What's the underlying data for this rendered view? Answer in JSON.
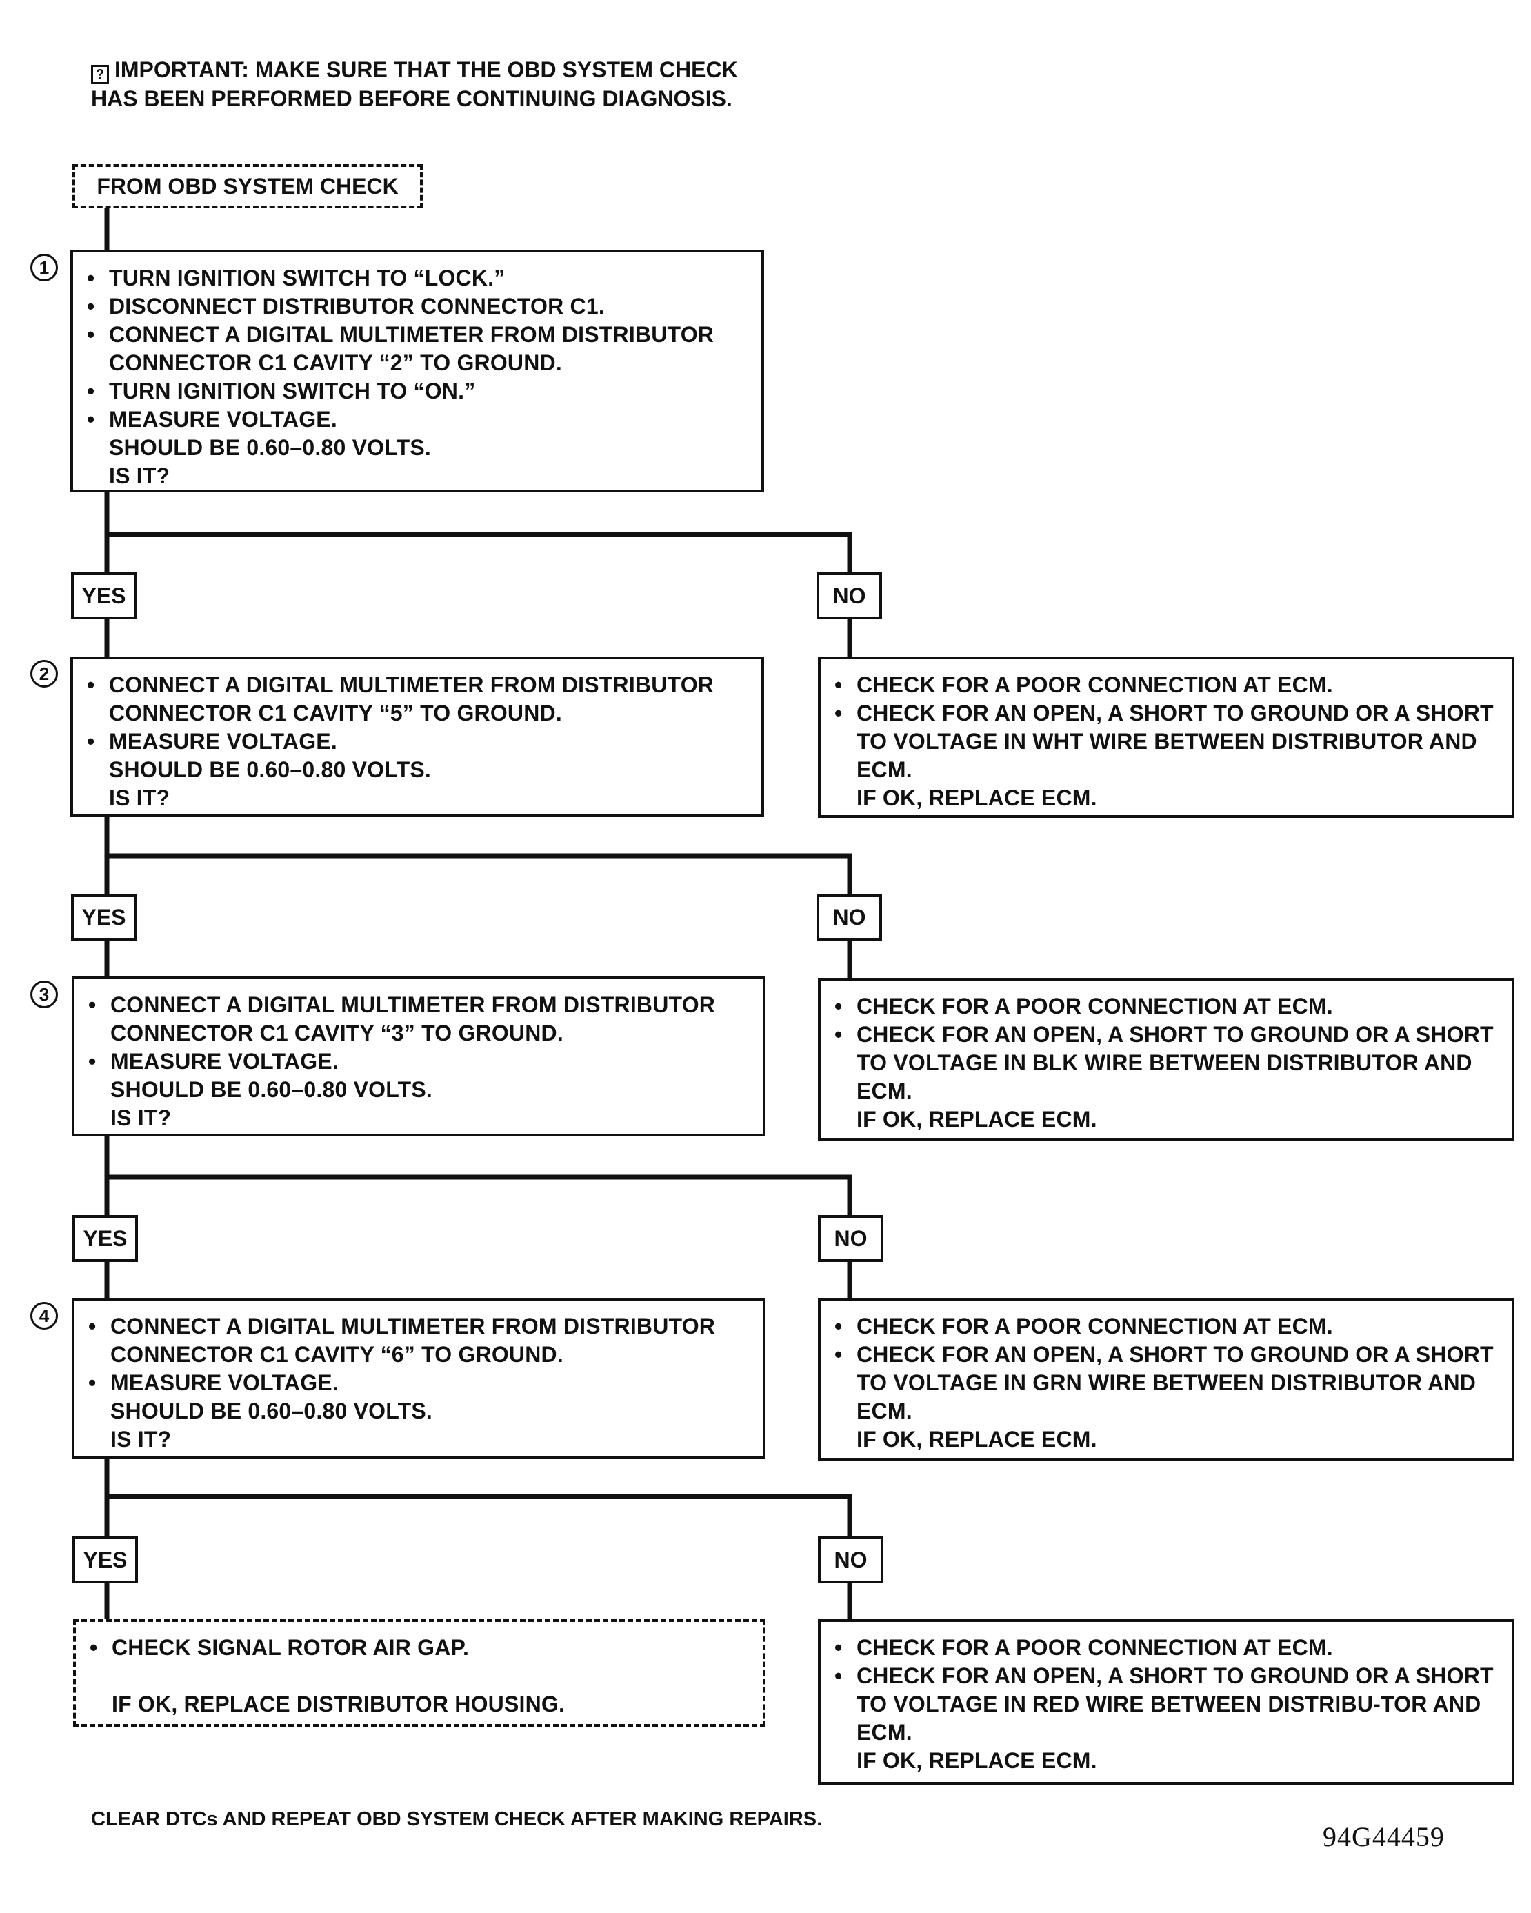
{
  "important": {
    "icon": "important-icon",
    "prefix": "IMPORTANT:",
    "text": "MAKE SURE THAT THE OBD SYSTEM CHECK HAS BEEN PERFORMED BEFORE CONTINUING DIAGNOSIS."
  },
  "start": {
    "label": "FROM OBD SYSTEM CHECK"
  },
  "steps": [
    {
      "number": "1",
      "bullets": [
        "TURN IGNITION SWITCH TO “LOCK.”",
        "DISCONNECT DISTRIBUTOR CONNECTOR C1.",
        "CONNECT A DIGITAL MULTIMETER FROM DISTRIBUTOR CONNECTOR C1 CAVITY “2” TO GROUND.",
        "TURN IGNITION SWITCH TO “ON.”",
        "MEASURE VOLTAGE."
      ],
      "note": "SHOULD BE 0.60–0.80 VOLTS.\nIS IT?",
      "yes": "YES",
      "no": "NO",
      "no_action": {
        "bullets": [
          "CHECK FOR A POOR CONNECTION AT ECM.",
          "CHECK FOR AN OPEN, A SHORT TO GROUND OR A SHORT TO VOLTAGE IN WHT WIRE BETWEEN DISTRIBUTOR AND ECM."
        ],
        "note": "IF OK, REPLACE ECM."
      }
    },
    {
      "number": "2",
      "bullets": [
        "CONNECT A DIGITAL MULTIMETER FROM DISTRIBUTOR CONNECTOR C1 CAVITY “5” TO GROUND.",
        "MEASURE VOLTAGE."
      ],
      "note": "SHOULD BE 0.60–0.80 VOLTS.\nIS IT?",
      "yes": "YES",
      "no": "NO",
      "no_action": {
        "bullets": [
          "CHECK FOR A POOR CONNECTION AT ECM.",
          "CHECK FOR AN OPEN, A SHORT TO GROUND OR A SHORT TO VOLTAGE IN BLK WIRE BETWEEN DISTRIBUTOR AND ECM."
        ],
        "note": "IF OK, REPLACE ECM."
      }
    },
    {
      "number": "3",
      "bullets": [
        "CONNECT A DIGITAL MULTIMETER FROM DISTRIBUTOR CONNECTOR C1 CAVITY “3” TO GROUND.",
        "MEASURE VOLTAGE."
      ],
      "note": "SHOULD BE 0.60–0.80 VOLTS.\nIS IT?",
      "yes": "YES",
      "no": "NO",
      "no_action": {
        "bullets": [
          "CHECK FOR A POOR CONNECTION AT ECM.",
          "CHECK FOR AN OPEN, A SHORT TO GROUND OR A SHORT TO VOLTAGE IN GRN WIRE BETWEEN DISTRIBUTOR AND ECM."
        ],
        "note": "IF OK, REPLACE ECM."
      }
    },
    {
      "number": "4",
      "bullets": [
        "CONNECT A DIGITAL MULTIMETER FROM DISTRIBUTOR CONNECTOR C1 CAVITY “6” TO GROUND.",
        "MEASURE VOLTAGE."
      ],
      "note": "SHOULD BE 0.60–0.80 VOLTS.\nIS IT?",
      "yes": "YES",
      "no": "NO",
      "no_action": {
        "bullets": [
          "CHECK FOR A POOR CONNECTION AT ECM.",
          "CHECK FOR AN OPEN, A SHORT TO GROUND OR A SHORT TO VOLTAGE IN RED WIRE BETWEEN DISTRIBU-TOR AND ECM."
        ],
        "note": "IF OK, REPLACE ECM."
      }
    }
  ],
  "final_yes": {
    "bullets": [
      "CHECK SIGNAL ROTOR AIR GAP."
    ],
    "note": "IF OK, REPLACE DISTRIBUTOR HOUSING."
  },
  "footer": "CLEAR DTCs AND REPEAT OBD SYSTEM CHECK AFTER MAKING REPAIRS.",
  "figure_id": "94G44459"
}
